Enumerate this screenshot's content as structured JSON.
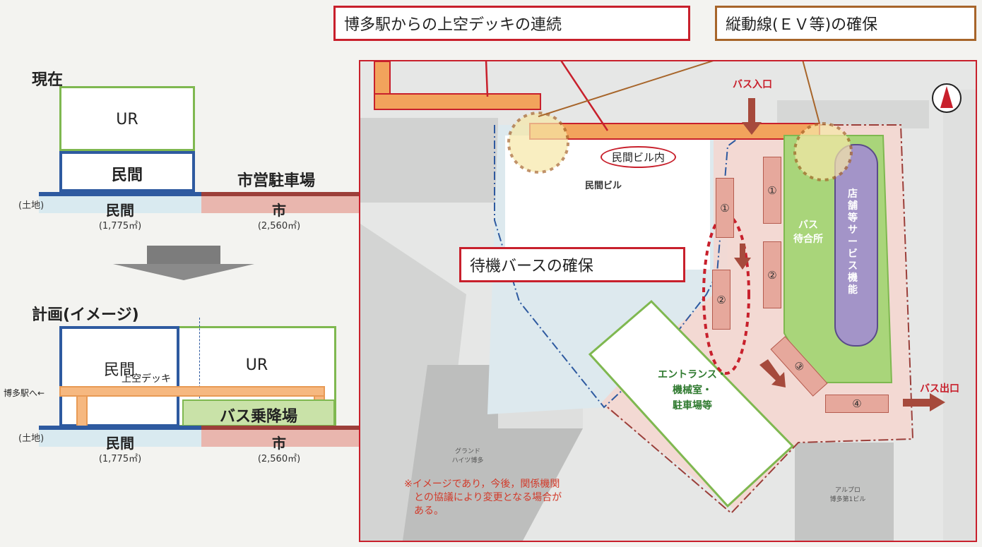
{
  "current": {
    "heading": "現在",
    "ur_label": "UR",
    "private_label": "民間",
    "parking_label": "市営駐車場",
    "land_label": "(土地)",
    "private_land_name": "民間",
    "private_land_area": "(1,775㎡)",
    "city_land_name": "市",
    "city_land_area": "(2,560㎡)"
  },
  "plan": {
    "heading": "計画(イメージ)",
    "private_label": "民間",
    "ur_label": "UR",
    "deck_label": "上空デッキ",
    "to_station_label": "博多駅へ←",
    "bus_platform_label": "バス乗降場",
    "land_label": "(土地)",
    "private_land_name": "民間",
    "private_land_area": "(1,775㎡)",
    "city_land_name": "市",
    "city_land_area": "(2,560㎡)"
  },
  "callouts": {
    "deck_connection": "博多駅からの上空デッキの連続",
    "vertical_circulation": "縦動線(ＥＶ等)の確保",
    "standby_bus": "待機バースの確保"
  },
  "map": {
    "bus_entrance": "バス入口",
    "bus_exit": "バス出口",
    "private_building_inside": "民間ビル内",
    "private_building": "民間ビル",
    "bus_waiting_area": "バス\n待合所",
    "shop_services": "店舗等サービス機能",
    "entrance_block": "エントランス・\n機械室・\n駐車場等",
    "bay_labels": [
      "①",
      "②",
      "①",
      "②",
      "③",
      "④"
    ],
    "neighbor_building_1": "グランド\nハイツ博多",
    "neighbor_building_2": "アルプロ\n博多第1ビル",
    "note": "※イメージであり，今後，関係機関\n　との協議により変更となる場合が\n　ある。"
  },
  "colors": {
    "red": "#c8202c",
    "brown": "#a7652a",
    "green": "#7fb850",
    "blue": "#2e5aa0",
    "orange": "#f2a35c",
    "purple": "#a394c8"
  }
}
